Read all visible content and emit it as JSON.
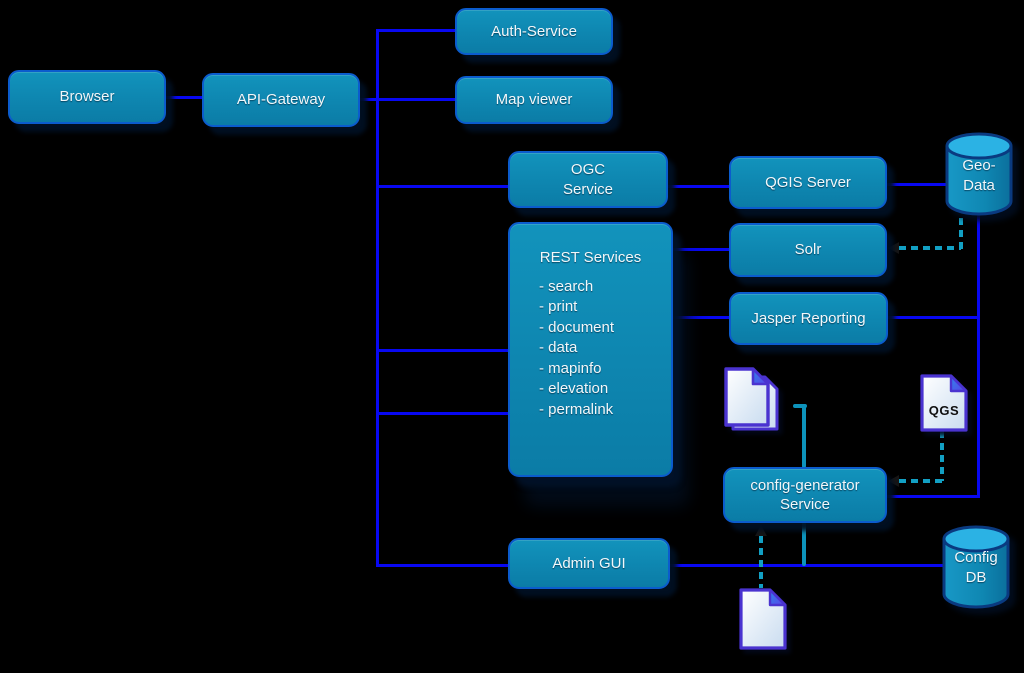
{
  "nodes": {
    "browser": {
      "label": "Browser"
    },
    "api_gateway": {
      "label": "API-Gateway"
    },
    "auth_service": {
      "label": "Auth-Service"
    },
    "map_viewer": {
      "label": "Map viewer"
    },
    "ogc_service": {
      "line1": "OGC",
      "line2": "Service"
    },
    "rest_services": {
      "title": "REST Services",
      "items": [
        "- search",
        "- print",
        "- document",
        "- data",
        "- mapinfo",
        "- elevation",
        "- permalink"
      ]
    },
    "qgis_server": {
      "label": "QGIS Server"
    },
    "solr": {
      "label": "Solr"
    },
    "jasper_reporting": {
      "label": "Jasper Reporting"
    },
    "geo_data": {
      "line1": "Geo-",
      "line2": "Data"
    },
    "config_generator": {
      "line1": "config-generator",
      "line2": "Service"
    },
    "admin_gui": {
      "label": "Admin GUI"
    },
    "config_db": {
      "line1": "Config",
      "line2": "DB"
    },
    "qgs_file": {
      "label": "QGS"
    }
  },
  "colors": {
    "background": "#000000",
    "node_fill": "#0e86b0",
    "node_border": "#0b5ccd",
    "connector_blue": "#0808f2",
    "connector_teal": "#0d93bb",
    "dashed_teal": "#12a0c4",
    "file_border": "#4a33d0",
    "text": "#f2f8fb"
  }
}
